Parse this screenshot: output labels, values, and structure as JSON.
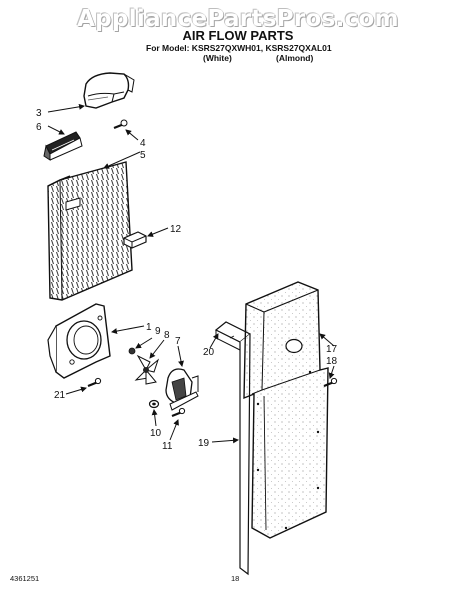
{
  "watermark": "AppliancePartsPros.com",
  "title": "AIR FLOW PARTS",
  "subtitle": "For Model: KSRS27QXWH01, KSRS27QXAL01",
  "variants": {
    "white": "(White)",
    "almond": "(Almond)"
  },
  "callouts": {
    "c3": "3",
    "c6": "6",
    "c4": "4",
    "c5": "5",
    "c12": "12",
    "c1": "1",
    "c9": "9",
    "c8": "8",
    "c7": "7",
    "c21": "21",
    "c10": "10",
    "c11": "11",
    "c20": "20",
    "c17": "17",
    "c18": "18",
    "c19": "19"
  },
  "footer": {
    "doc_number": "4361251",
    "page_number": "18"
  }
}
